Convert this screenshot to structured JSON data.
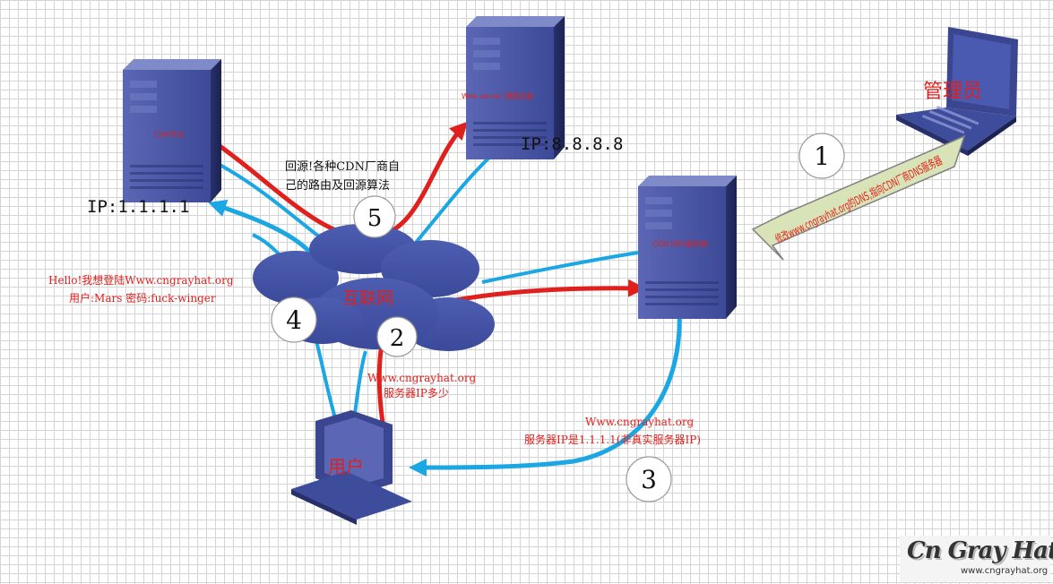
{
  "nodes": {
    "cdn_node": {
      "label": "CDN节点",
      "ip": "IP:1.1.1.1"
    },
    "origin_server": {
      "label": "Web server 源服务器",
      "ip": "IP:8.8.8.8"
    },
    "cdn_dns": {
      "label": "CDN DNS服务器"
    },
    "admin": {
      "label": "管理员"
    },
    "user": {
      "label": "用户"
    },
    "internet": {
      "label": "互联网"
    }
  },
  "steps": [
    {
      "num": "1",
      "text": "修改www.cngrayhat.org的DNS,指向CDN厂商DNS服务器"
    },
    {
      "num": "2",
      "line1": "Www.cngrayhat.org",
      "line2": "服务器IP多少"
    },
    {
      "num": "3",
      "line1": "Www.cngrayhat.org",
      "line2": "服务器IP是1.1.1.1(非真实服务器IP)"
    },
    {
      "num": "4",
      "line1": "Hello!我想登陆Www.cngrayhat.org",
      "line2": "用户:Mars 密码:fuck-winger"
    },
    {
      "num": "5",
      "line1": "回源!各种CDN厂商自",
      "line2": "己的路由及回源算法"
    }
  ],
  "watermark": {
    "logo": "Cn Gray Hat",
    "url": "www.cngrayhat.org"
  },
  "colors": {
    "red": "#e0201c",
    "blue": "#1aa7e4",
    "server": "#3a4690"
  }
}
